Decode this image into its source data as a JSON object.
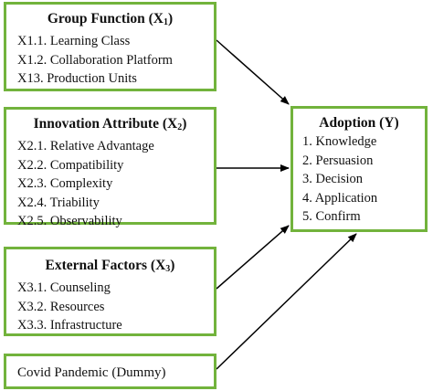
{
  "boxes": {
    "x1": {
      "title_main": "Group Function (X",
      "title_sub": "1",
      "title_close": ")",
      "items": [
        "X1.1. Learning Class",
        "X1.2. Collaboration Platform",
        "X13. Production Units"
      ]
    },
    "x2": {
      "title_main": "Innovation Attribute (X",
      "title_sub": "2",
      "title_close": ")",
      "items": [
        "X2.1. Relative Advantage",
        "X2.2. Compatibility",
        "X2.3. Complexity",
        "X2.4. Triability",
        "X2.5. Observability"
      ]
    },
    "x3": {
      "title_main": "External Factors (X",
      "title_sub": "3",
      "title_close": ")",
      "items": [
        "X3.1. Counseling",
        "X3.2. Resources",
        "X3.3. Infrastructure"
      ]
    },
    "dummy": {
      "label": "Covid Pandemic (Dummy)"
    },
    "y": {
      "title": "Adoption (Y)",
      "items": [
        "1. Knowledge",
        "2. Persuasion",
        "3. Decision",
        "4. Application",
        "5. Confirm"
      ]
    }
  },
  "colors": {
    "border": "#72b33c",
    "arrow": "#000000",
    "text": "#111111"
  }
}
